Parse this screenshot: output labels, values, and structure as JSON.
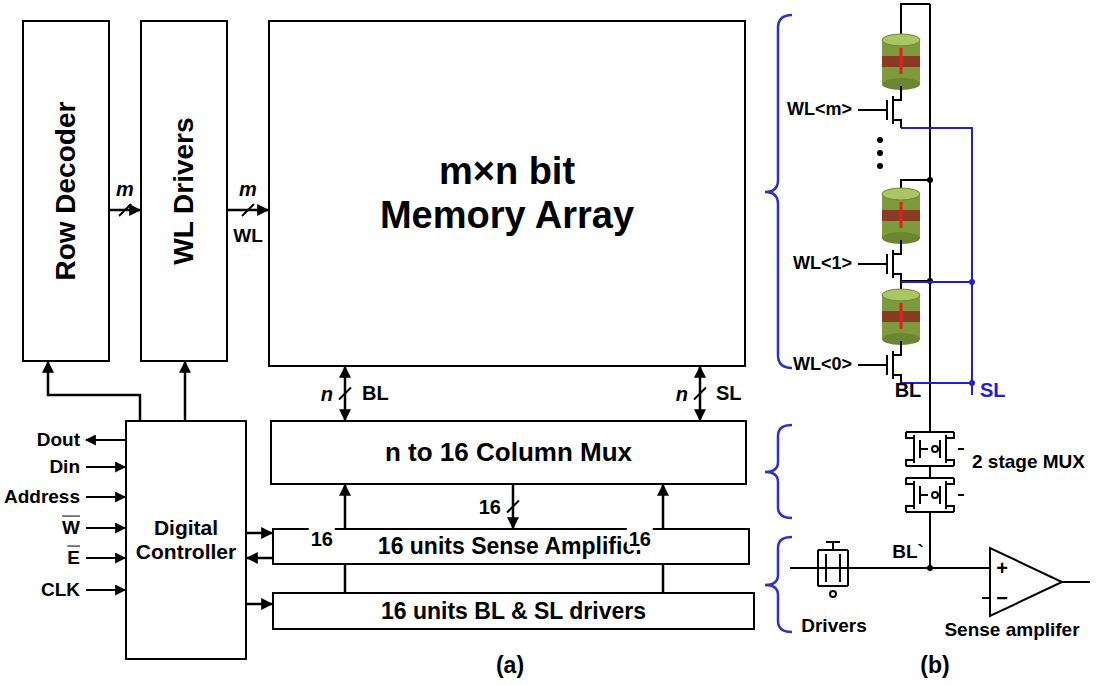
{
  "diagram": {
    "nodes": [
      {
        "text": [
          "Row Decoder"
        ]
      },
      {
        "text": [
          "WL Drivers"
        ]
      },
      {
        "text": [
          "m×n bit Memory Array"
        ]
      },
      {
        "text": [
          "Digital Controller"
        ]
      },
      {
        "text": [
          "n to 16 Column Mux"
        ]
      },
      {
        "text": [
          "16 units Sense Amplifier"
        ]
      },
      {
        "text": [
          "16 units BL & SL drivers"
        ]
      }
    ],
    "edges": [
      {
        "from": 0,
        "to": 1,
        "arrow": "to",
        "label": "m"
      },
      {
        "from": 1,
        "to": 2,
        "arrow": "to",
        "label": "m"
      },
      {
        "from": 3,
        "to": 0,
        "arrow": "to"
      },
      {
        "from": 3,
        "to": 1,
        "arrow": "to"
      },
      {
        "from": 2,
        "to": 4,
        "arrow": "both",
        "label": "n"
      },
      {
        "from": 2,
        "to": 4,
        "arrow": "both",
        "label": "n"
      },
      {
        "from": 6,
        "to": 4,
        "arrow": "to",
        "label": "16"
      },
      {
        "from": 4,
        "to": 5,
        "arrow": "to",
        "label": "16"
      },
      {
        "from": 6,
        "to": 4,
        "arrow": "to",
        "label": "16"
      },
      {
        "from": 3,
        "to": 5,
        "arrow": "to"
      },
      {
        "from": 5,
        "to": 3,
        "arrow": "to"
      },
      {
        "from": 3,
        "to": 6,
        "arrow": "to"
      }
    ],
    "labels": [
      "Dout",
      "Din",
      "Address",
      "W",
      "E",
      "CLK",
      "WL",
      "BL",
      "SL",
      "(a)",
      "WL<m>",
      "WL<1>",
      "WL<0>",
      "BL",
      "SL",
      "2 stage MUX",
      "BL`",
      "Drivers",
      "Sense amplifer",
      "+",
      "−",
      "(b)"
    ]
  }
}
